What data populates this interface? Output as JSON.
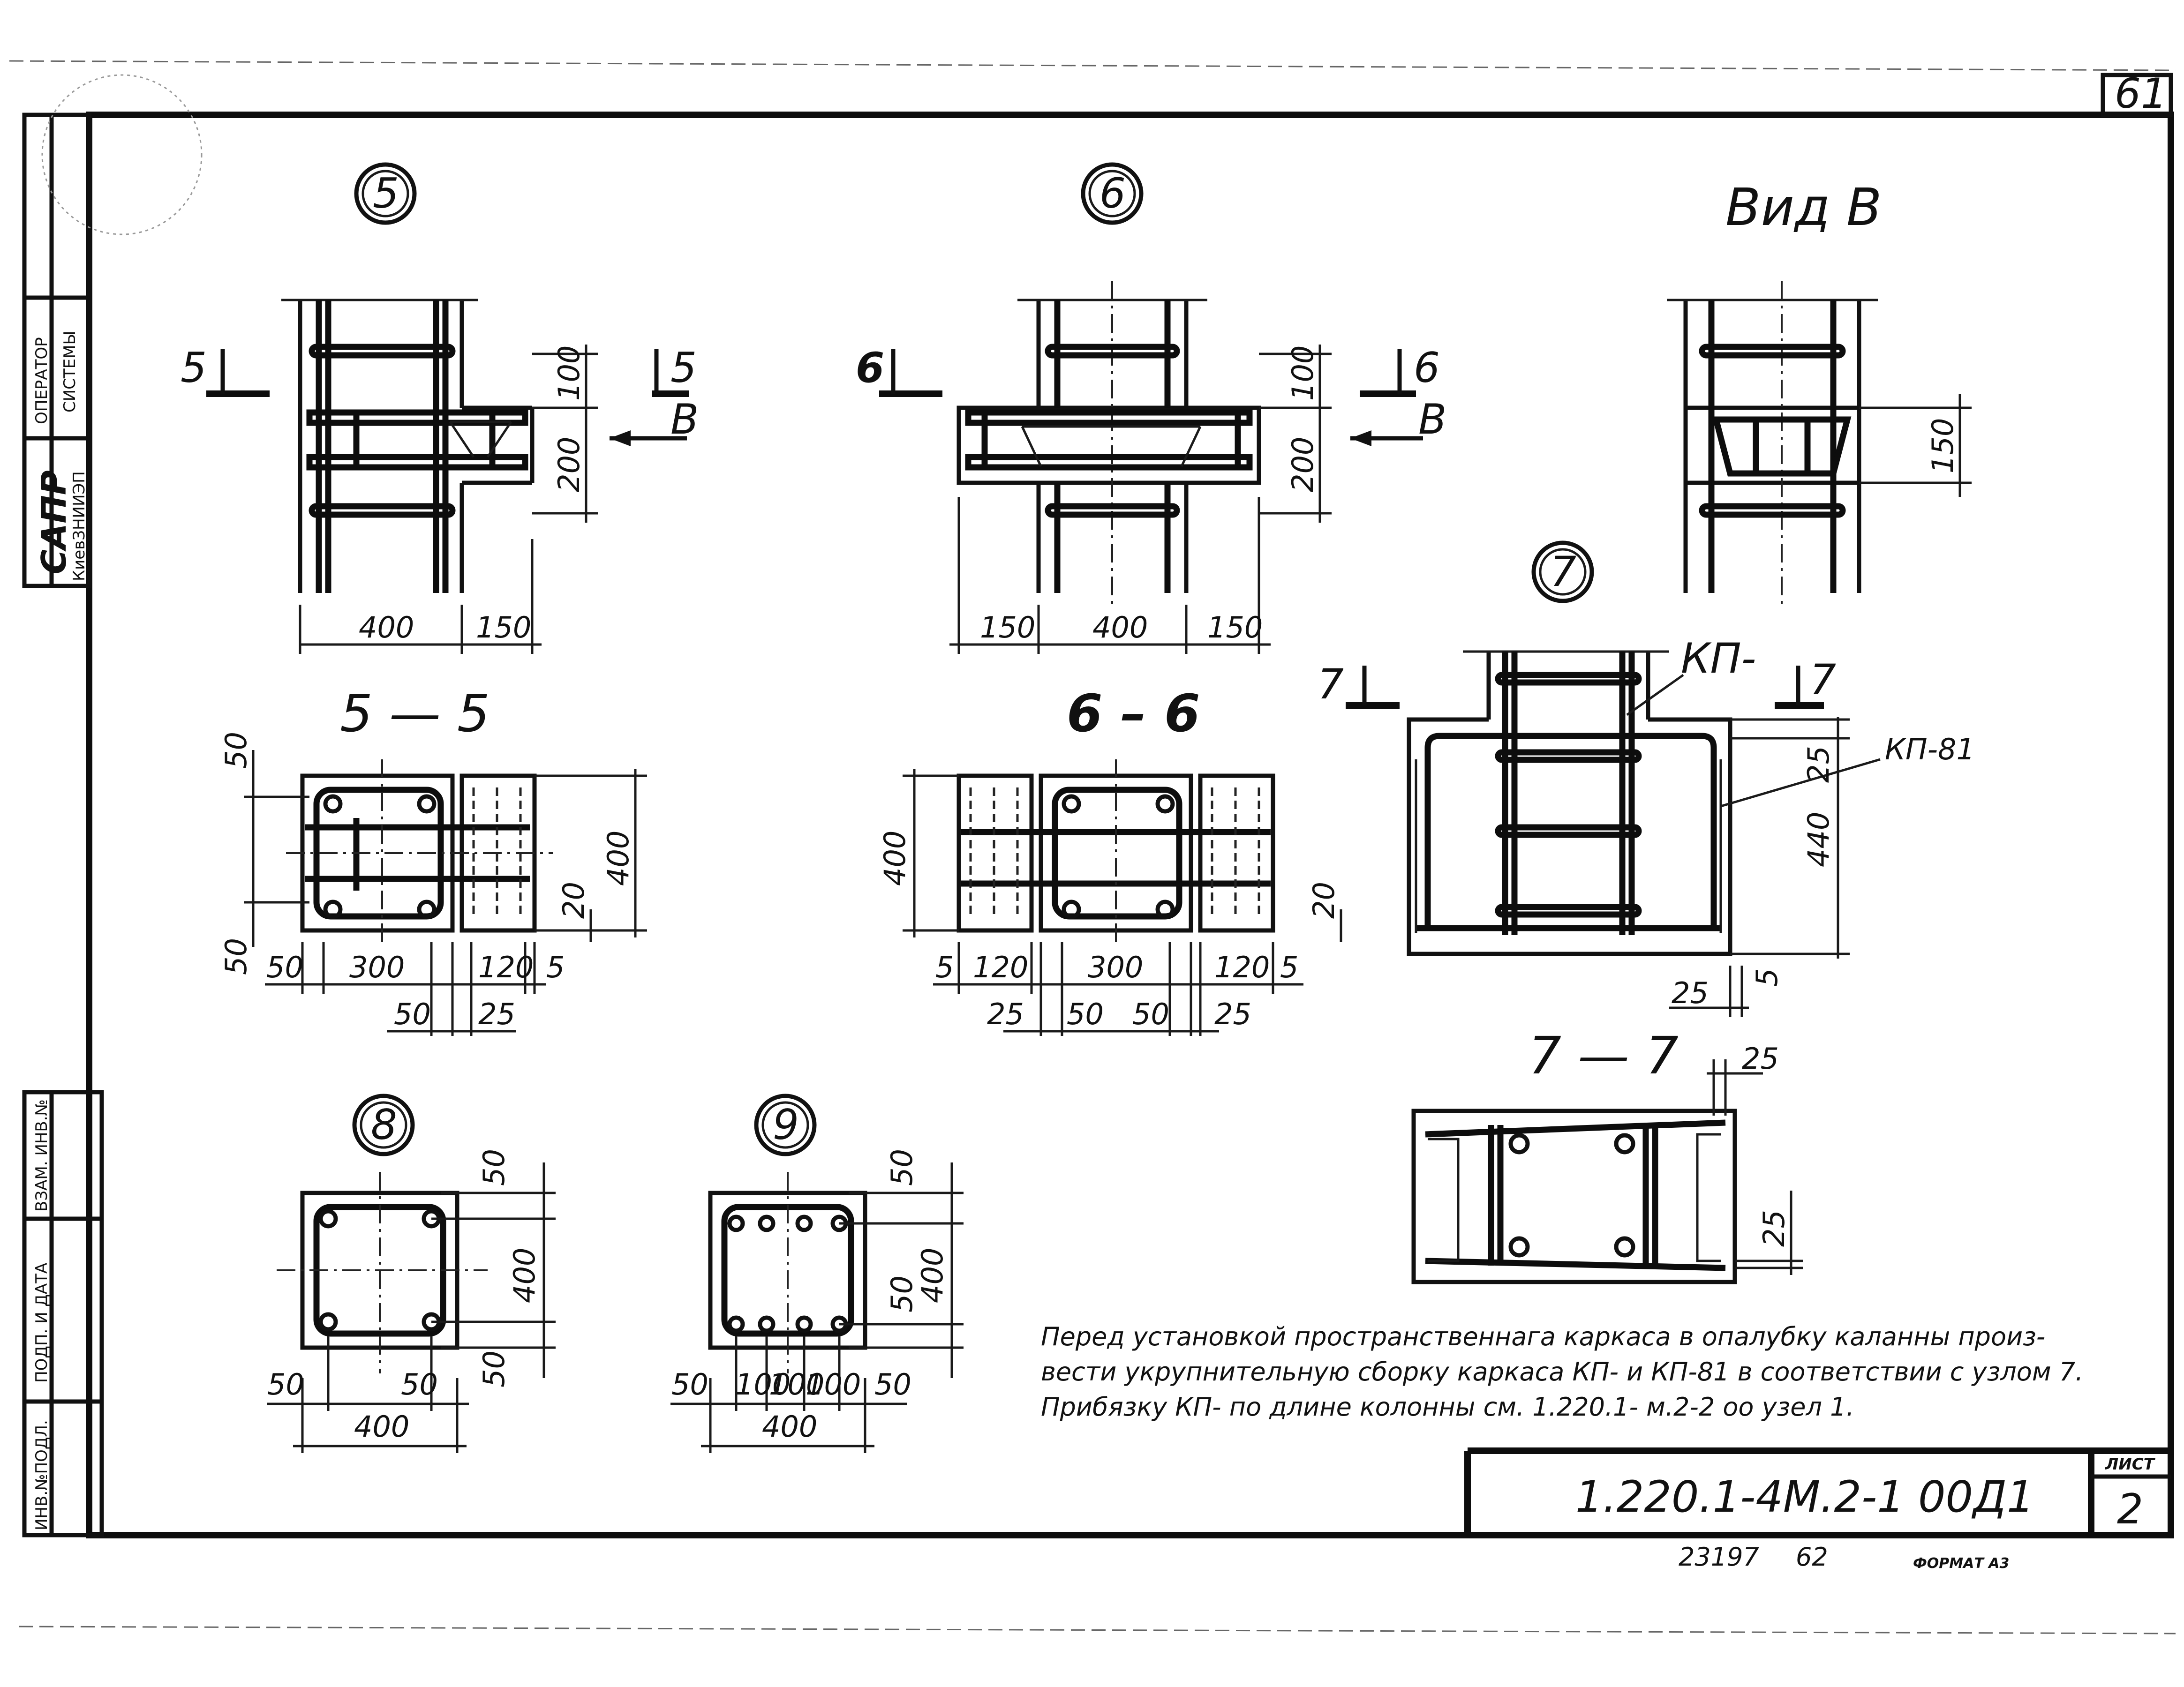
{
  "sheet": {
    "page_number": "61",
    "bottom_numbers": [
      "23197",
      "62"
    ],
    "format": "ФОРМАТ А3",
    "doc_code": "1.220.1-4М.2-1   00Д1",
    "list_label": "ЛИСТ",
    "list_number": "2"
  },
  "side_stamp": {
    "sapr": "САПР",
    "org": "КиевЗНИИЭП",
    "operator": "ОПЕРАТОР",
    "system": "СИСТЕМЫ",
    "vzam": "ВЗАМ. ИНВ.№",
    "podp": "ПОДП. И ДАТА",
    "inv": "ИНВ.№ПОДЛ."
  },
  "nodes": {
    "n5": "5",
    "n6": "6",
    "n7": "7",
    "n8": "8",
    "n9": "9"
  },
  "views": {
    "vid_b_title": "Вид В",
    "sec55": "5 — 5",
    "sec66": "6 – 6",
    "sec77": "7 — 7",
    "cut5": "5",
    "cut6": "6",
    "cut7": "7",
    "arrow_b": "В",
    "kp": "КП-",
    "kp81": "КП-81"
  },
  "dims": {
    "d100": "100",
    "d200": "200",
    "d150": "150",
    "d400": "400",
    "d50": "50",
    "d300": "300",
    "d120": "120",
    "d5": "5",
    "d25": "25",
    "d20": "20",
    "d440": "440"
  },
  "note": [
    "Перед установкой пространственнага каркаса в опалубку каланны произ-",
    "вести укрупнительную сборку каркаса КП- и КП-81 в соответствии с узлом 7.",
    "Прибязку КП- по длине колонны см. 1.220.1- м.2-2  оо  узел 1."
  ]
}
